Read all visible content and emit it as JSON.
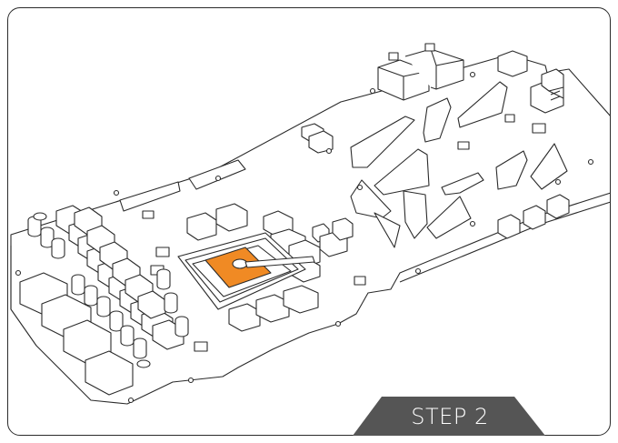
{
  "step": {
    "label": "STEP 2"
  },
  "colors": {
    "outline": "#2b2b2b",
    "board_fill": "#ffffff",
    "gpu_paste": "#f08a24",
    "badge": "#555555",
    "badge_text": "#ffffff"
  },
  "icons": [
    "graphics-card-pcb",
    "gpu-die",
    "thermal-paste-square",
    "spreader-tool"
  ]
}
